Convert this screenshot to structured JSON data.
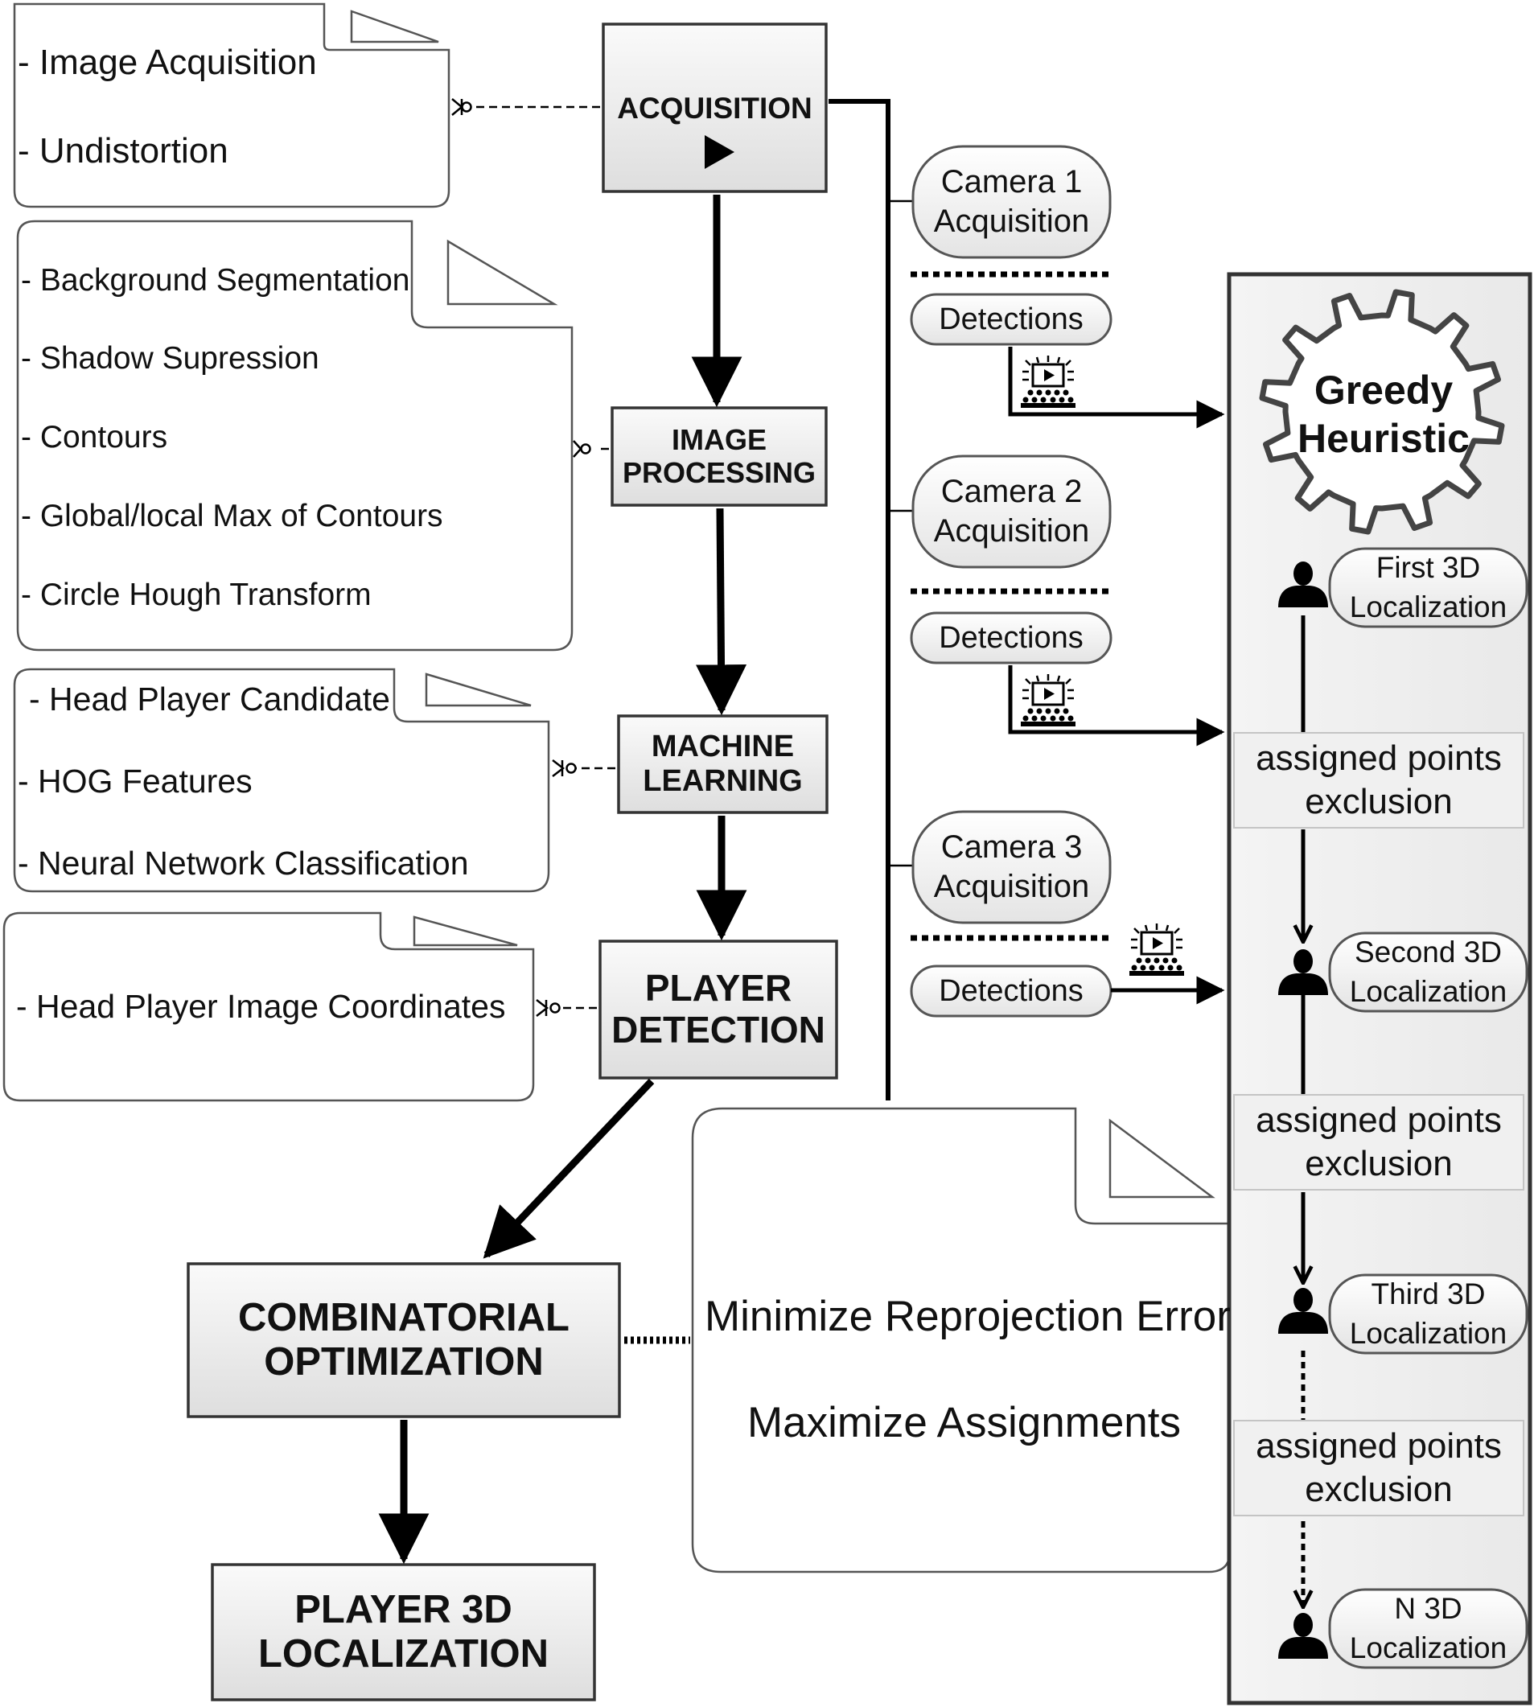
{
  "notes": {
    "acquisition": [
      "- Image Acquisition",
      "- Undistortion"
    ],
    "image_processing": [
      "- Background Segmentation",
      "- Shadow Supression",
      "- Contours",
      "- Global/local Max of Contours",
      "- Circle Hough Transform"
    ],
    "machine_learning": [
      "- Head Player Candidate",
      "- HOG Features",
      "- Neural Network Classification"
    ],
    "player_detection": [
      "- Head Player Image Coordinates"
    ],
    "optimization": [
      "Minimize Reprojection Error",
      "Maximize Assignments"
    ]
  },
  "steps": {
    "acquisition": "ACQUISITION",
    "image_processing": [
      "IMAGE",
      "PROCESSING"
    ],
    "machine_learning": [
      "MACHINE",
      "LEARNING"
    ],
    "player_detection": [
      "PLAYER",
      "DETECTION"
    ],
    "combinatorial": [
      "COMBINATORIAL",
      "OPTIMIZATION"
    ],
    "localization": [
      "PLAYER 3D",
      "LOCALIZATION"
    ]
  },
  "cameras": [
    {
      "label": [
        "Camera 1",
        "Acquisition"
      ],
      "detections": "Detections"
    },
    {
      "label": [
        "Camera 2",
        "Acquisition"
      ],
      "detections": "Detections"
    },
    {
      "label": [
        "Camera 3",
        "Acquisition"
      ],
      "detections": "Detections"
    }
  ],
  "greedy": {
    "title": [
      "Greedy",
      "Heuristic"
    ],
    "localizations": [
      [
        "First 3D",
        "Localization"
      ],
      [
        "Second 3D",
        "Localization"
      ],
      [
        "Third 3D",
        "Localization"
      ],
      [
        "N 3D",
        "Localization"
      ]
    ],
    "exclusion": [
      "assigned points",
      "exclusion"
    ]
  },
  "icons": [
    "play-icon",
    "detection-monitor-icon",
    "person-icon",
    "gear-icon"
  ]
}
